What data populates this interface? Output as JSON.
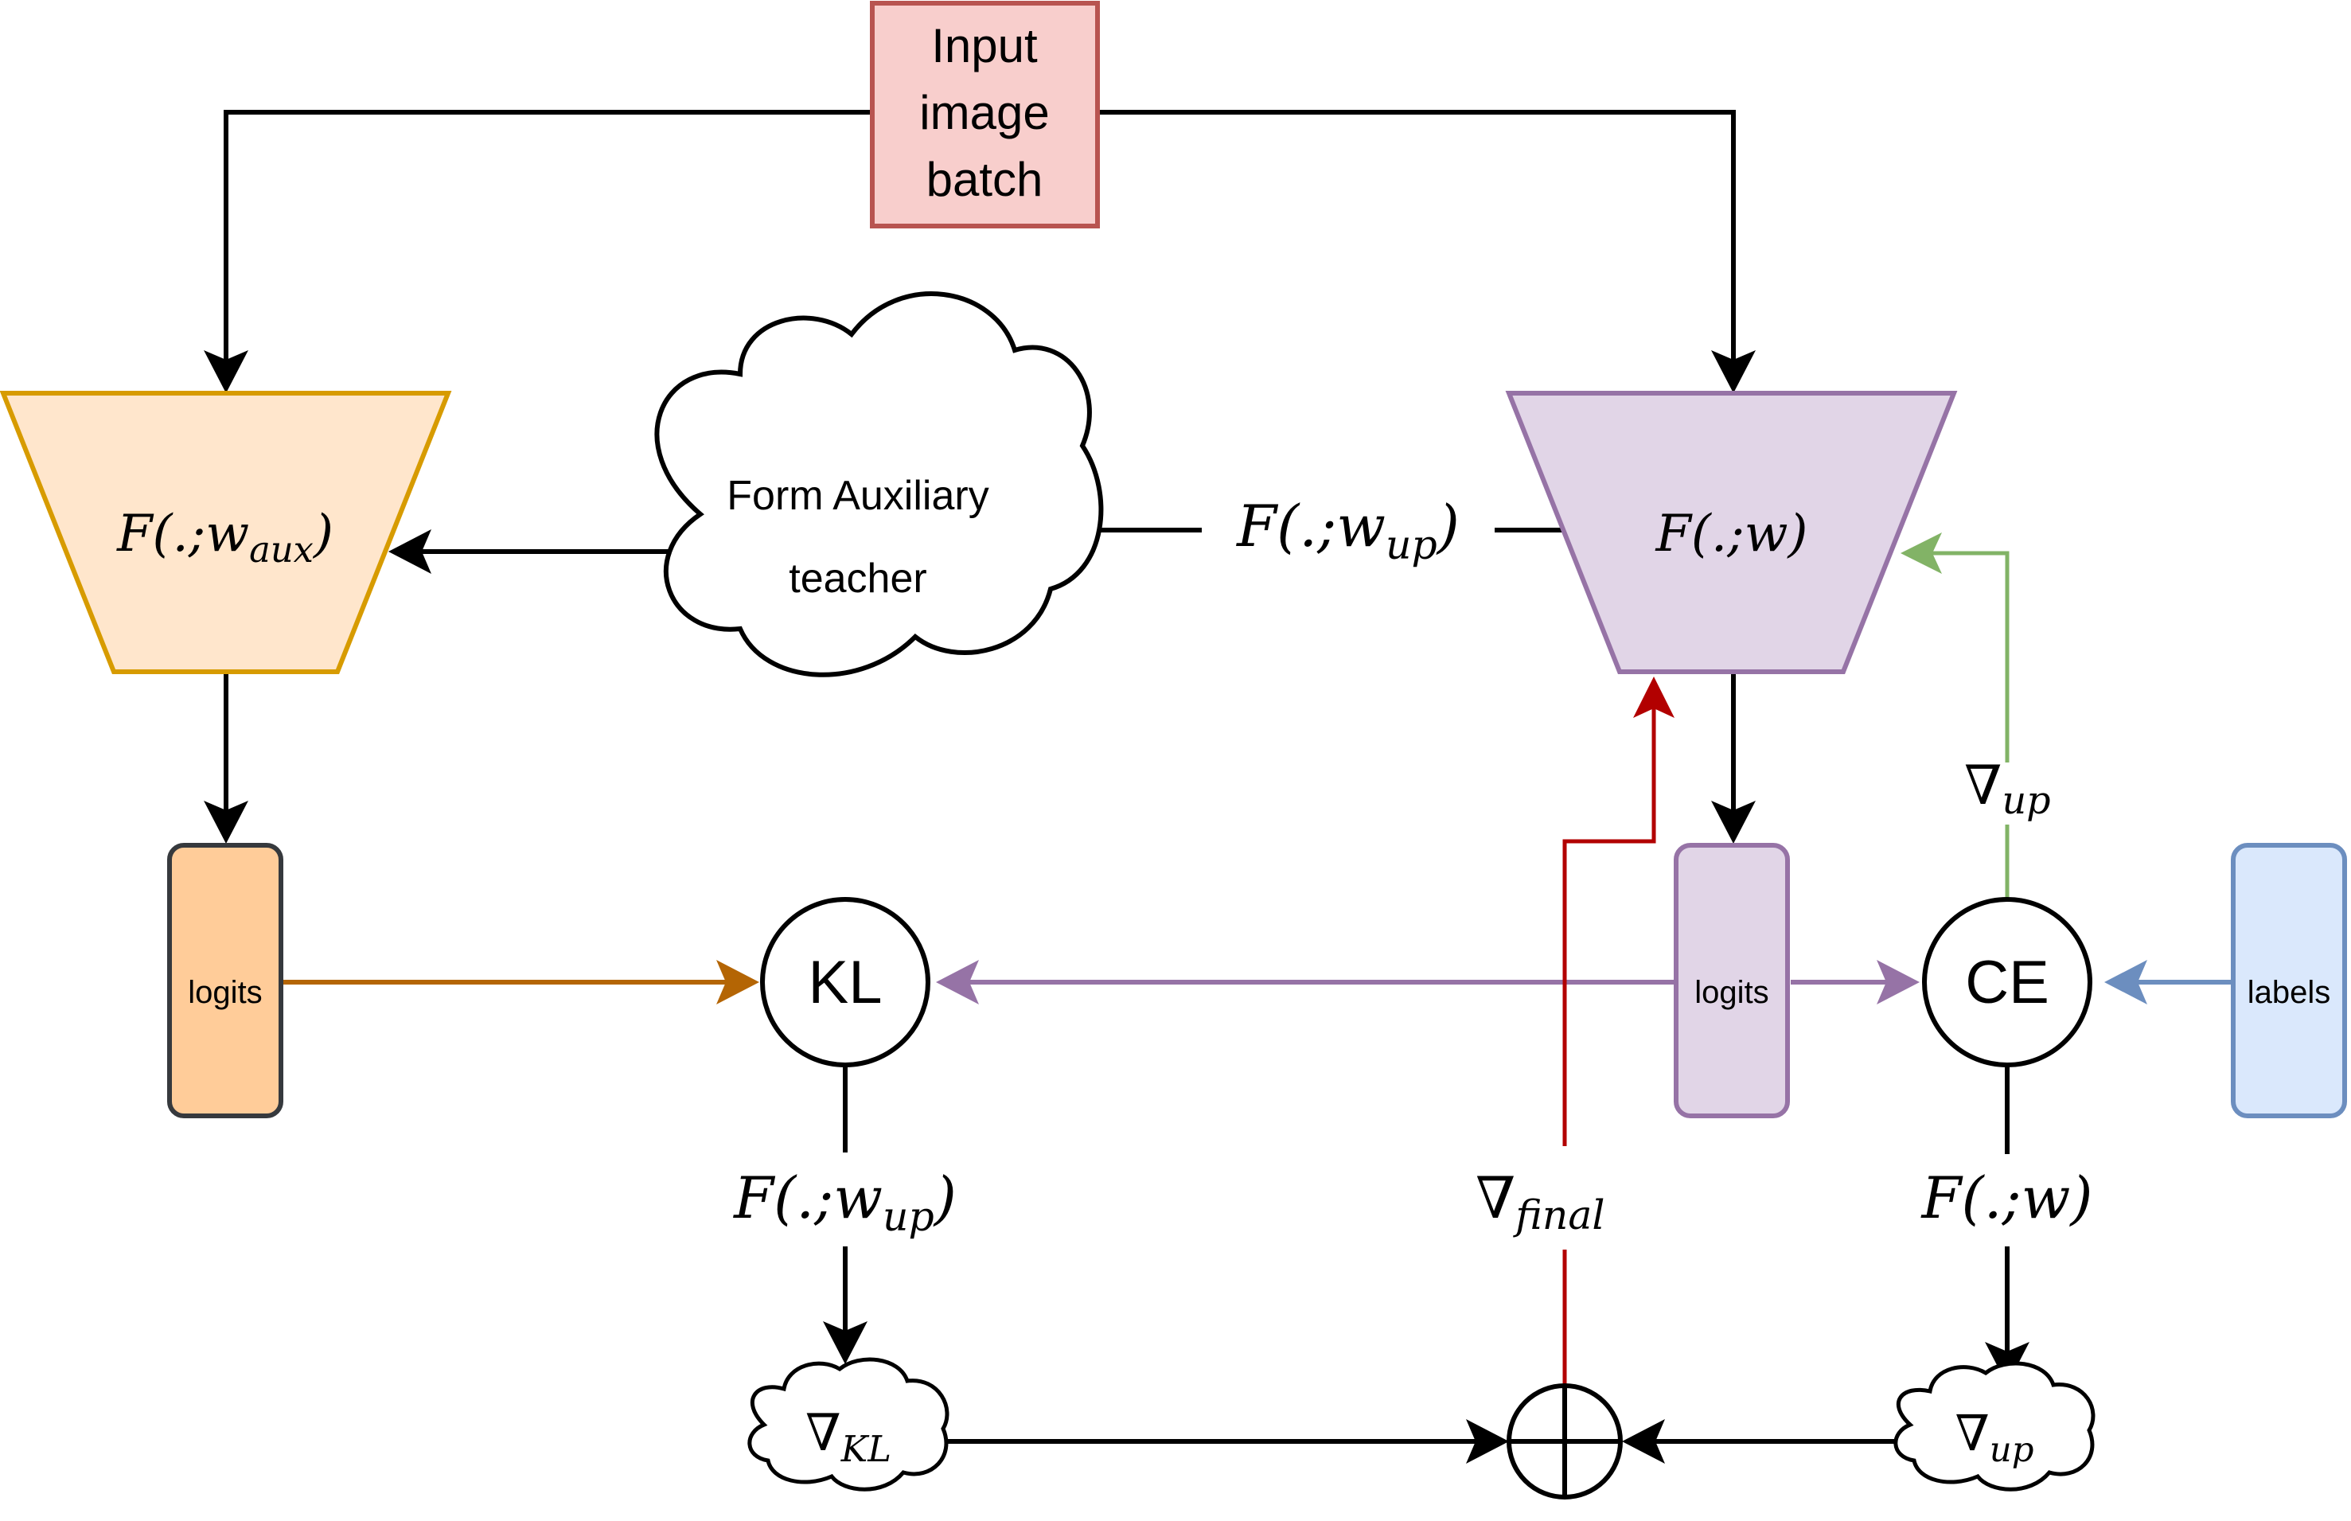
{
  "input": {
    "line1": "Input",
    "line2": "image",
    "line3": "batch"
  },
  "aux_model": {
    "label": "F(.;",
    "w": "w",
    "sub": "aux",
    "close": ")"
  },
  "main_model": {
    "label": "F(.;w)"
  },
  "cloud": {
    "line1": "Form Auxiliary",
    "line2": "teacher"
  },
  "edge_fwup_top": {
    "label": "F(.;",
    "w": "w",
    "sub": "up",
    "close": ")"
  },
  "aux_logits": {
    "label": "logits"
  },
  "main_logits": {
    "label": "logits"
  },
  "labels_box": {
    "label": "labels"
  },
  "kl": {
    "label": "KL"
  },
  "ce": {
    "label": "CE"
  },
  "grad_up_label": {
    "nabla": "∇",
    "sub": "up"
  },
  "kl_edge": {
    "label": "F(.;",
    "w": "w",
    "sub": "up",
    "close": ")"
  },
  "ce_edge": {
    "label": "F(.;w)"
  },
  "grad_final_label": {
    "nabla": "∇",
    "sub": "final"
  },
  "grad_kl_cloud": {
    "nabla": "∇",
    "sub": "KL"
  },
  "grad_up_cloud": {
    "nabla": "∇",
    "sub": "up"
  },
  "colors": {
    "input_fill": "#f8cecc",
    "input_stroke": "#b85450",
    "aux_fill": "#ffe6cc",
    "aux_stroke": "#d79b00",
    "main_fill": "#e1d5e7",
    "main_stroke": "#9673a6",
    "aux_logits_fill": "#ffcc99",
    "aux_logits_stroke": "#36393d",
    "labels_fill": "#dae8fc",
    "labels_stroke": "#6c8ebf",
    "orange_arrow": "#b46504",
    "purple_arrow": "#9673a6",
    "blue_arrow": "#6c8ebf",
    "green_arrow": "#82b366",
    "red_arrow": "#b20000"
  }
}
